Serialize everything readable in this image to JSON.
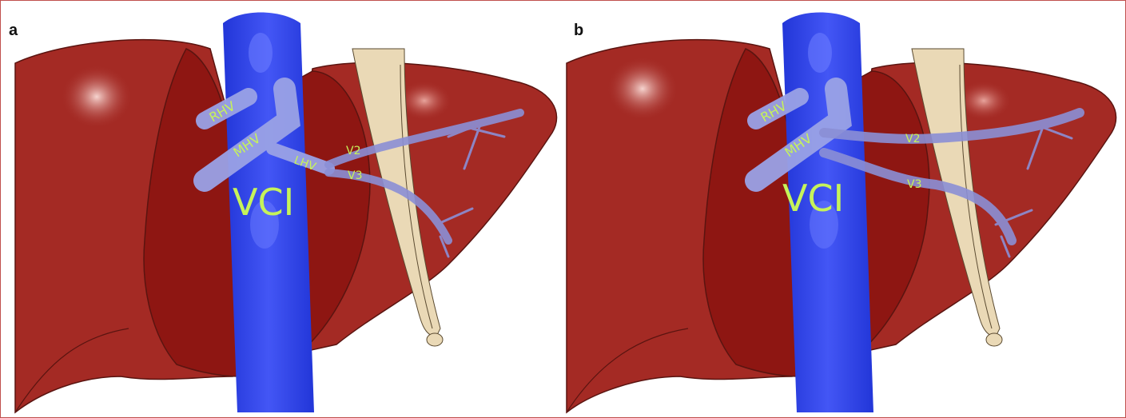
{
  "panels": [
    {
      "letter": "a",
      "labels": {
        "rhv": "RHV",
        "mhv": "MHV",
        "lhv": "LHV",
        "v2": "V2",
        "v3": "V3",
        "vci": "VCI"
      }
    },
    {
      "letter": "b",
      "labels": {
        "rhv": "RHV",
        "mhv": "MHV",
        "v2": "V2",
        "v3": "V3",
        "vci": "VCI"
      }
    }
  ],
  "colors": {
    "liver": "#a42a24",
    "liver_cut": "#8e1612",
    "vena_cava": "#2b3fe6",
    "hepatic_vein": "#9aa2e6",
    "ligament": "#ead9b6",
    "label": "#c6f35a",
    "frame": "#c0504d"
  }
}
